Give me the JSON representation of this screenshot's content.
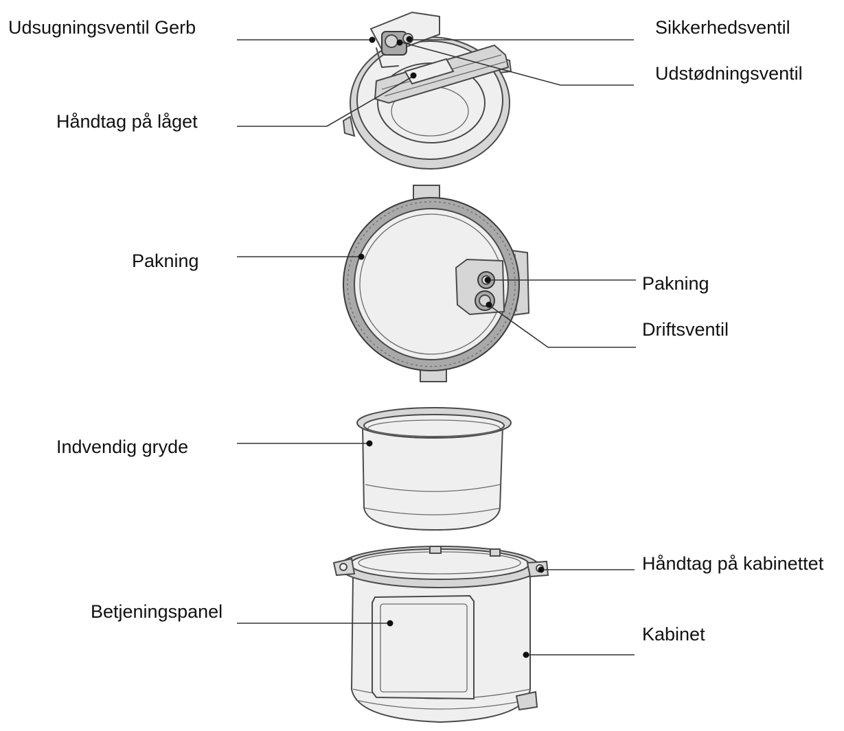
{
  "labels": {
    "exhaust_valve_cover": "Udsugningsventil Gerb",
    "safety_valve": "Sikkerhedsventil",
    "exhaust_valve": "Udstødningsventil",
    "lid_handle": "Håndtag på låget",
    "gasket_left": "Pakning",
    "gasket_right": "Pakning",
    "operating_valve": "Driftsventil",
    "inner_pot": "Indvendig gryde",
    "cabinet_handle": "Håndtag på kabinettet",
    "control_panel": "Betjeningspanel",
    "cabinet": "Kabinet"
  }
}
